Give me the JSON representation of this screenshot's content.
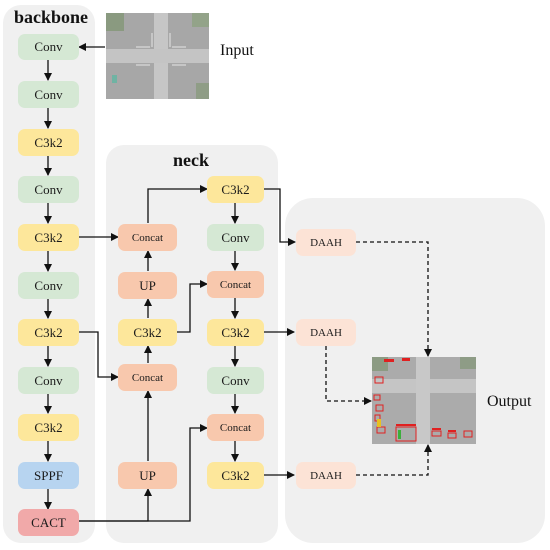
{
  "panels": {
    "backbone_title": "backbone",
    "neck_title": "neck"
  },
  "labels": {
    "input": "Input",
    "output": "Output"
  },
  "backbone": [
    "Conv",
    "Conv",
    "C3k2",
    "Conv",
    "C3k2",
    "Conv",
    "C3k2",
    "Conv",
    "C3k2",
    "SPPF",
    "CACT"
  ],
  "neck_left": {
    "concat_top": "Concat",
    "up_top": "UP",
    "c3k2": "C3k2",
    "concat_mid": "Concat",
    "up_bottom": "UP"
  },
  "neck_right": {
    "c3k2_top": "C3k2",
    "conv_top": "Conv",
    "concat_top": "Concat",
    "c3k2_mid": "C3k2",
    "conv_bottom": "Conv",
    "concat_bottom": "Concat",
    "c3k2_bottom": "C3k2"
  },
  "heads": [
    "DAAH",
    "DAAH",
    "DAAH"
  ],
  "colors": {
    "conv": "#d5e8d4",
    "c3k2": "#fde79b",
    "sppf": "#b7d4f0",
    "cact": "#f1a9a9",
    "concat": "#f8c8ad",
    "daah": "#fce3d6",
    "panel": "#f0f0f0"
  }
}
